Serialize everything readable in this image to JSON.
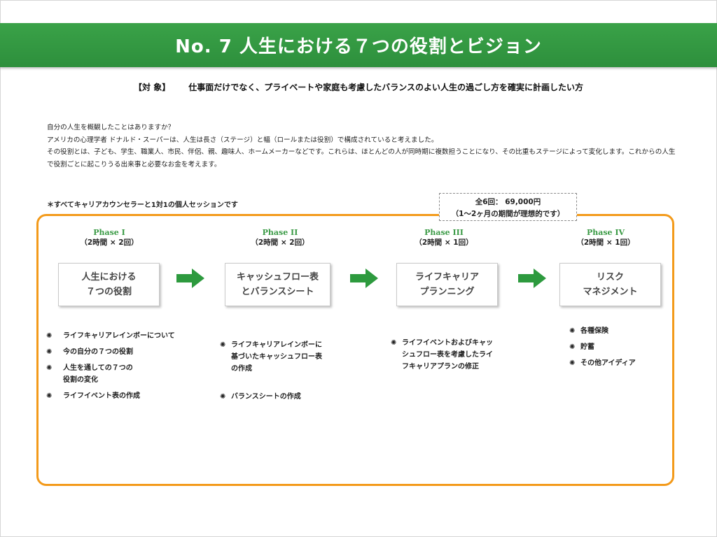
{
  "title": "No. 7  人生における７つの役割とビジョン",
  "target": {
    "label": "【対 象】",
    "text": "仕事面だけでなく、プライベートや家庭も考慮したバランスのよい人生の過ごし方を確実に計画したい方"
  },
  "intro": [
    "自分の人生を概観したことはありますか？",
    "アメリカの心理学者 ドナルド・スーパーは、人生は長さ（ステージ）と幅（ロールまたは役割）で構成されていると考えました。",
    "その役割とは、子ども、学生、職業人、市民、伴侶、親、趣味人、ホームメーカーなどです。これらは、ほとんどの人が同時期に複数担うことになり、その比重もステージによって変化します。これからの人生で役割ごとに起こりうる出来事と必要なお金を考えます。"
  ],
  "note": "＊すべてキャリアカウンセラーと1対1の個人セッションです",
  "price": {
    "line1": "全6回：  69,000円",
    "line2": "（1〜2ヶ月の期間が理想的です）"
  },
  "bullet_icon": "asterisk-bullet-icon",
  "arrow_icon": "arrow-right-icon",
  "colors": {
    "accent_green": "#2d8f3c",
    "frame_orange": "#f39a1a",
    "phase_green": "#3a9a45"
  },
  "phases": [
    {
      "name": "Phase I",
      "duration": "（2時間 × 2回）",
      "box_line1": "人生における",
      "box_line2": "７つの役割",
      "items": [
        "ライフキャリアレインボーについて",
        "今の自分の７つの役割",
        "人生を通しての７つの\n役割の変化",
        "ライフイベント表の作成"
      ]
    },
    {
      "name": "Phase II",
      "duration": "（2時間 × 2回）",
      "box_line1": "キャッシュフロー表",
      "box_line2": "とバランスシート",
      "items": [
        "ライフキャリアレインボーに\n基づいたキャッシュフロー表\nの作成",
        "バランスシートの作成"
      ]
    },
    {
      "name": "Phase III",
      "duration": "（2時間 × 1回）",
      "box_line1": "ライフキャリア",
      "box_line2": "プランニング",
      "items": [
        "ライフイベントおよびキャッ\nシュフロー表を考慮したライ\nフキャリアプランの修正"
      ]
    },
    {
      "name": "Phase IV",
      "duration": "（2時間 × 1回）",
      "box_line1": "リスク",
      "box_line2": "マネジメント",
      "items": [
        "各種保険",
        "貯蓄",
        "その他アイディア"
      ]
    }
  ]
}
